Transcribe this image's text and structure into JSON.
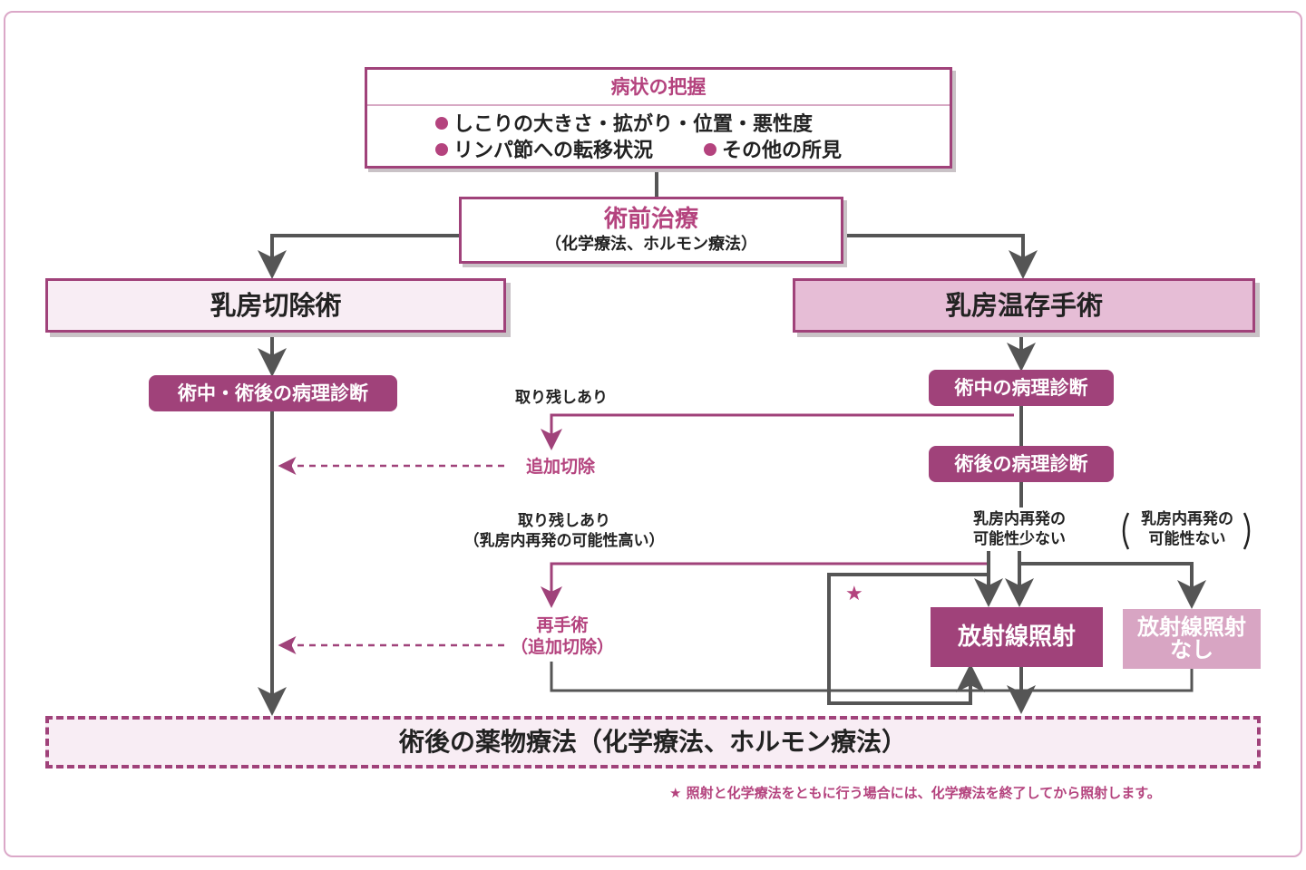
{
  "assessment": {
    "title": "病状の把握",
    "item1": "しこりの大きさ・拡がり・位置・悪性度",
    "item2": "リンパ節への転移状況",
    "item3": "その他の所見"
  },
  "preop": {
    "title": "術前治療",
    "subtitle": "（化学療法、ホルモン療法）"
  },
  "mastectomy": {
    "title": "乳房切除術",
    "pathology": "術中・術後の病理診断"
  },
  "conserving": {
    "title": "乳房温存手術",
    "intraop_pathology": "術中の病理診断",
    "postop_pathology": "術後の病理診断"
  },
  "branches": {
    "residual1": "取り残しあり",
    "additional_excision": "追加切除",
    "residual2_line1": "取り残しあり",
    "residual2_line2": "（乳房内再発の可能性高い）",
    "reoperation_line1": "再手術",
    "reoperation_line2": "（追加切除）",
    "low_recurrence_line1": "乳房内再発の",
    "low_recurrence_line2": "可能性少ない",
    "no_recurrence_line1": "乳房内再発の",
    "no_recurrence_line2": "可能性ない"
  },
  "radiation": {
    "label": "放射線照射",
    "none_line1": "放射線照射",
    "none_line2": "なし"
  },
  "final": {
    "label": "術後の薬物療法（化学療法、ホルモン療法）"
  },
  "star": "★",
  "footnote": "★ 照射と化学療法をともに行う場合には、化学療法を終了してから照射します。",
  "colors": {
    "magenta": "#a0427a",
    "pink_light": "#f8edf4",
    "pink_mid": "#e6bdd6",
    "pink_pale": "#d8a5c3",
    "arrow_gray": "#555555"
  }
}
